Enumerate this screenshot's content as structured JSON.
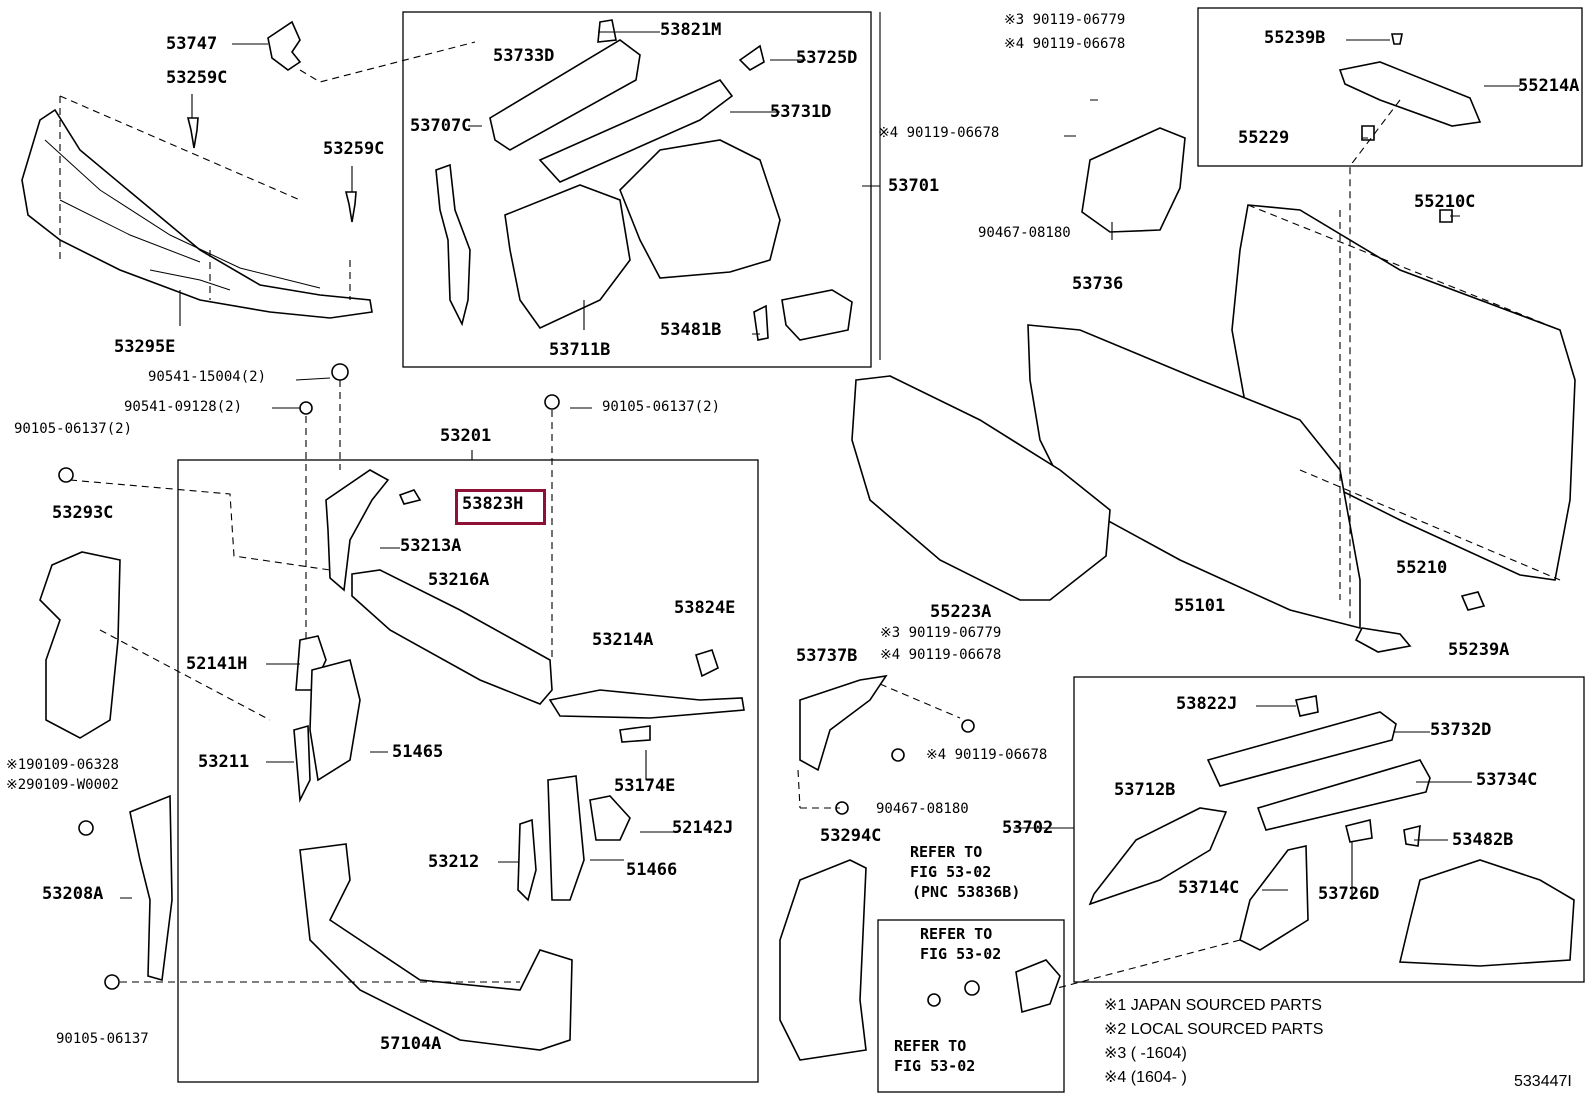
{
  "callouts": {
    "p53747": "53747",
    "p53259c_a": "53259C",
    "p53259c_b": "53259C",
    "p53295e": "53295E",
    "p53733d": "53733D",
    "p53821m": "53821M",
    "p53725d": "53725D",
    "p53731d": "53731D",
    "p53707c": "53707C",
    "p53701": "53701",
    "p53481b": "53481B",
    "p53711b": "53711B",
    "n3_90119_06779_top": "※3 90119-06779",
    "n4_90119_06678_top": "※4 90119-06678",
    "n4_90119_06678_mid": "※4 90119-06678",
    "p90467_08180_top": "90467-08180",
    "p53736": "53736",
    "p55239b": "55239B",
    "p55214a": "55214A",
    "p55229": "55229",
    "p55210c": "55210C",
    "p90541_15004": "90541-15004(2)",
    "p90541_09128": "90541-09128(2)",
    "p90105_06137_left": "90105-06137(2)",
    "p90105_06137_right": "90105-06137(2)",
    "p53201": "53201",
    "p53823h": "53823H",
    "p53213a": "53213A",
    "p53293c": "53293C",
    "p53216a": "53216A",
    "p53824e": "53824E",
    "p53214a": "53214A",
    "p52141h": "52141H",
    "p53211": "53211",
    "p51465": "51465",
    "p53174e": "53174E",
    "p52142j": "52142J",
    "p53212": "53212",
    "p51466": "51466",
    "n1_190109_06328": "※190109-06328",
    "n2_290109_w0002": "※290109-W0002",
    "p53208a": "53208A",
    "p90105_06137_bottom": "90105-06137",
    "p57104a": "57104A",
    "p55223a": "55223A",
    "p55101": "55101",
    "p55210": "55210",
    "p55239a": "55239A",
    "n3_90119_06779_mid": "※3 90119-06779",
    "n4_90119_06678_mid2": "※4 90119-06678",
    "p53737b": "53737B",
    "n4_90119_06678_low": "※4 90119-06678",
    "p90467_08180_low": "90467-08180",
    "p53294c": "53294C",
    "p53702": "53702",
    "p53822j": "53822J",
    "p53732d": "53732D",
    "p53712b": "53712B",
    "p53734c": "53734C",
    "p53482b": "53482B",
    "p53714c": "53714C",
    "p53726d": "53726D"
  },
  "references": {
    "ref1_line1": "REFER TO",
    "ref1_line2": "FIG 53-02",
    "ref1_line3": "(PNC 53836B)",
    "ref2_line1": "REFER TO",
    "ref2_line2": "FIG 53-02",
    "ref3_line1": "REFER TO",
    "ref3_line2": "FIG 53-02"
  },
  "legend": {
    "note1": "※1  JAPAN SOURCED PARTS",
    "note2": "※2  LOCAL SOURCED PARTS",
    "note3": "※3 (       -1604)",
    "note4": "※4 (1604-        )"
  },
  "figure_id": "533447I",
  "highlight_color": "#8e1034"
}
